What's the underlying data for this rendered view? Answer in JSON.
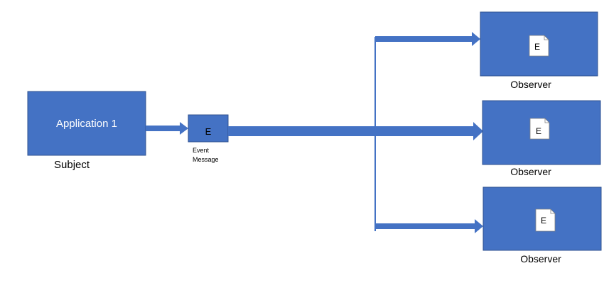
{
  "subject": {
    "title": "Application 1",
    "caption": "Subject"
  },
  "event": {
    "letter": "E",
    "caption_line1": "Event",
    "caption_line2": "Message"
  },
  "observers": [
    {
      "letter": "E",
      "caption": "Observer"
    },
    {
      "letter": "E",
      "caption": "Observer"
    },
    {
      "letter": "E",
      "caption": "Observer"
    }
  ],
  "colors": {
    "box_fill": "#4472C4",
    "box_stroke": "#2F528F",
    "arrow": "#4472C4",
    "doc_fill": "#ffffff",
    "doc_stroke": "#808080"
  }
}
